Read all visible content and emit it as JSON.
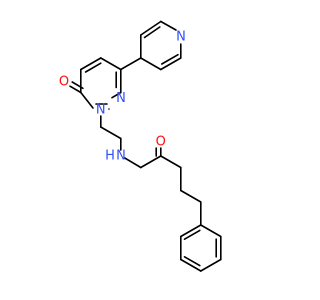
{
  "molecule": {
    "atoms": {
      "oxygen_pyridazinone": {
        "label": "O",
        "color": "#ff0d0d"
      },
      "nitrogen_n1": {
        "label": "N",
        "color": "#3050f8"
      },
      "nitrogen_n2": {
        "label": "N",
        "color": "#3050f8"
      },
      "nitrogen_pyridine": {
        "label": "N",
        "color": "#3050f8"
      },
      "nitrogen_amide": {
        "label": "N",
        "color": "#3050f8"
      },
      "hydrogen_amide": {
        "label": "H",
        "color": "#3050f8"
      },
      "oxygen_amide": {
        "label": "O",
        "color": "#ff0d0d"
      }
    }
  }
}
